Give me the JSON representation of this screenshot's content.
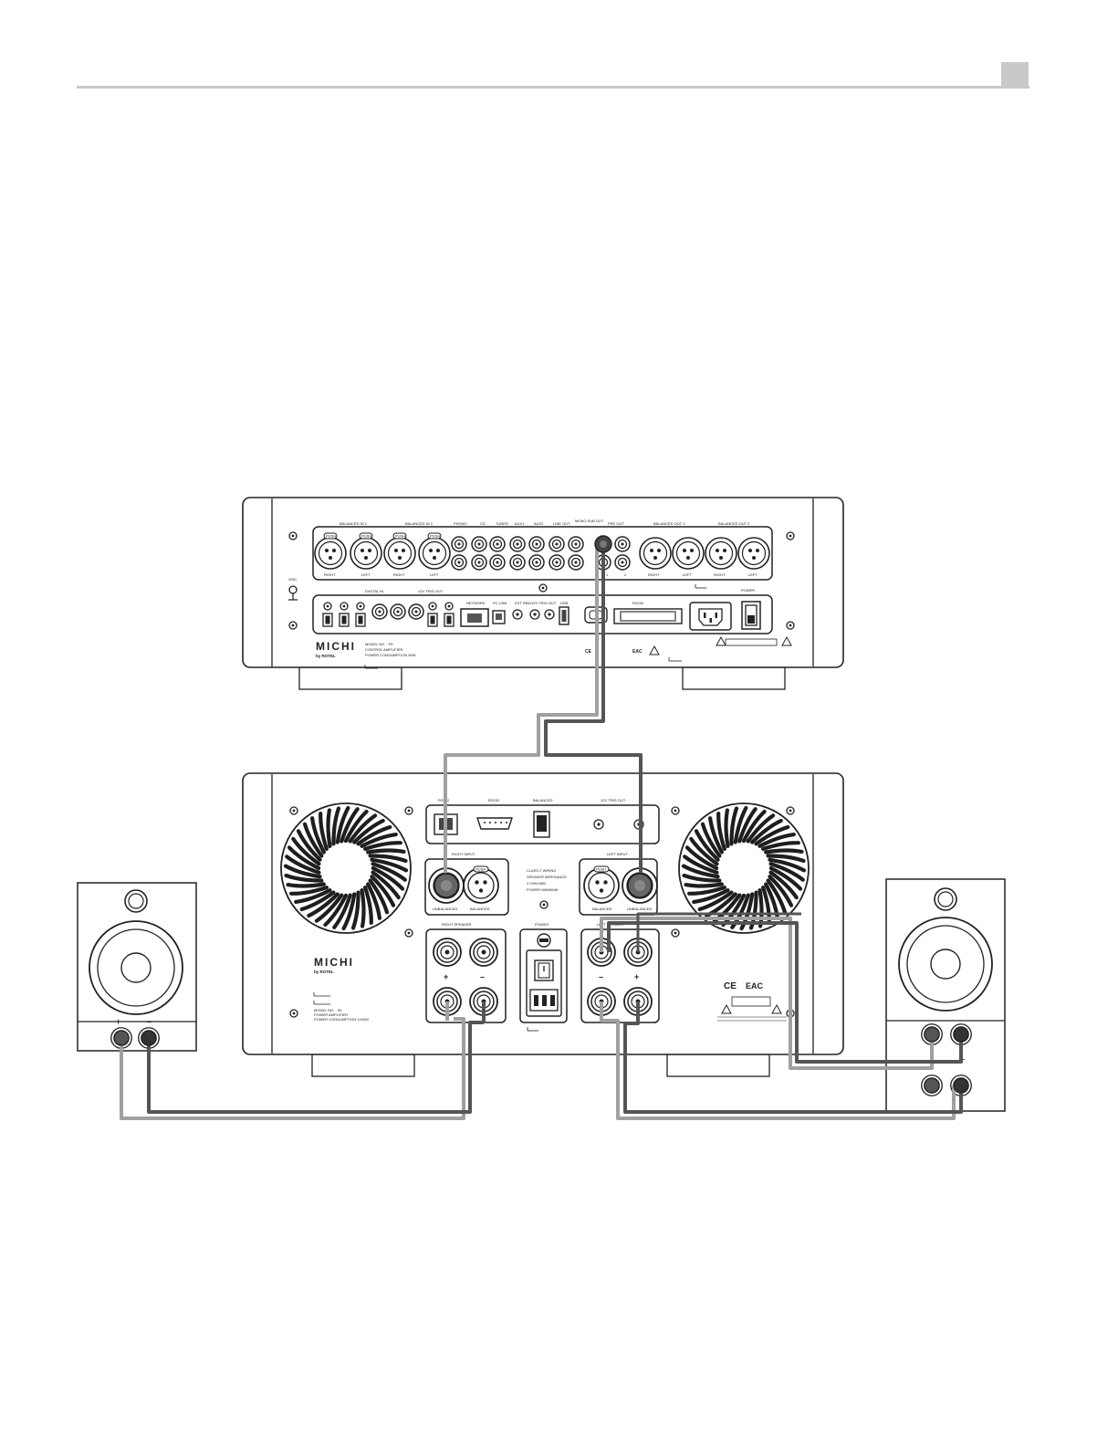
{
  "header": {
    "tab_color": "#c9c9c9"
  },
  "preamp": {
    "logo": "MICHI",
    "logo_sub": "by ROTEL",
    "model_lines": [
      "MODEL NO. : P5",
      "CONTROL AMPLIFIER",
      "POWER CONSUMPTION 50W"
    ],
    "top_labels": [
      "BALANCED IN 1",
      "BALANCED IN 2",
      "PHONO",
      "CD",
      "TUNER",
      "AUX1",
      "AUX2",
      "LINE OUT",
      "MONO SUB OUT",
      "PRE OUT",
      "BALANCED OUT 1",
      "BALANCED OUT 2"
    ],
    "bottom_labels": [
      "DIGITAL IN",
      "12V TRIG OUT",
      "NETWORK",
      "PC-USB",
      "EXT REM",
      "12V TRIG OUT",
      "USB",
      "RS232",
      "POWER"
    ],
    "xlr_pin_labels": [
      "RIGHT",
      "LEFT",
      "RIGHT",
      "LEFT"
    ],
    "xlr_out_labels": [
      "RIGHT",
      "LEFT",
      "RIGHT",
      "LEFT"
    ],
    "push_label": "PUSH",
    "gnd_label": "GND",
    "cert": "CE",
    "cert2": "EAC"
  },
  "poweramp": {
    "logo": "MICHI",
    "logo_sub": "by ROTEL",
    "model_lines": [
      "MODEL NO. : S5",
      "POWER AMPLIFIER",
      "POWER CONSUMPTION 1200W"
    ],
    "top_labels": [
      "RS232",
      "RS232",
      "BALANCED",
      "12V TRIG OUT"
    ],
    "right_input_label": "RIGHT INPUT",
    "left_input_label": "LEFT INPUT",
    "unbalanced": "UNBALANCED",
    "balanced": "BALANCED",
    "right_speaker_label": "RIGHT SPEAKER",
    "left_speaker_label": "LEFT SPEAKER",
    "power_label": "POWER",
    "plus": "+",
    "minus": "–",
    "class_lines": [
      "CLASS 2 WIRING",
      "SPEAKER IMPEDANCE",
      "4 OHM MIN",
      "POWER MINIMUM"
    ],
    "cert": "CE",
    "cert2": "EAC",
    "push_label": "PUSH"
  },
  "left_speaker": {
    "plus": "+",
    "minus": "–"
  },
  "right_speaker": {
    "minus": "–"
  },
  "colors": {
    "cable_dark": "#555555",
    "cable_light": "#a0a0a0",
    "outline": "#222222",
    "fin": "#1e1e1e"
  }
}
